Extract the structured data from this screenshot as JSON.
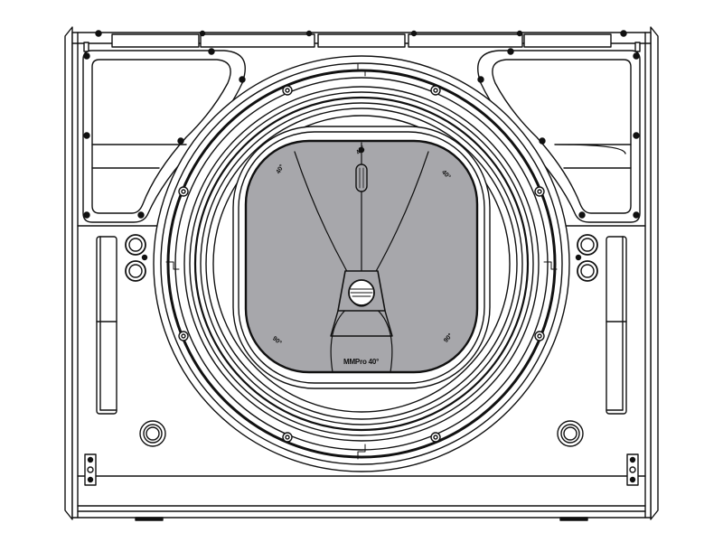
{
  "diagram": {
    "title": "Loudspeaker front view line drawing",
    "colors": {
      "background": "#ffffff",
      "line": "#111111",
      "horn_fill": "#a7a7ab"
    },
    "horn": {
      "model_label": "MMPro 40°",
      "angle_labels": {
        "top": "40°",
        "top_left": "40°",
        "top_right": "40°",
        "bottom_left": "90°",
        "bottom_right": "90°"
      }
    },
    "parts": [
      "cabinet-frame",
      "top-grille-rail",
      "left-handle",
      "right-handle",
      "woofer-surround",
      "woofer-cone-rings",
      "horn-waveguide",
      "compression-driver-throat",
      "phase-plug",
      "left-input-connectors",
      "right-input-connectors",
      "left-side-slot",
      "right-side-slot",
      "left-bottom-port",
      "right-bottom-port",
      "left-rigging-points",
      "right-rigging-points",
      "bottom-rail",
      "feet"
    ]
  }
}
